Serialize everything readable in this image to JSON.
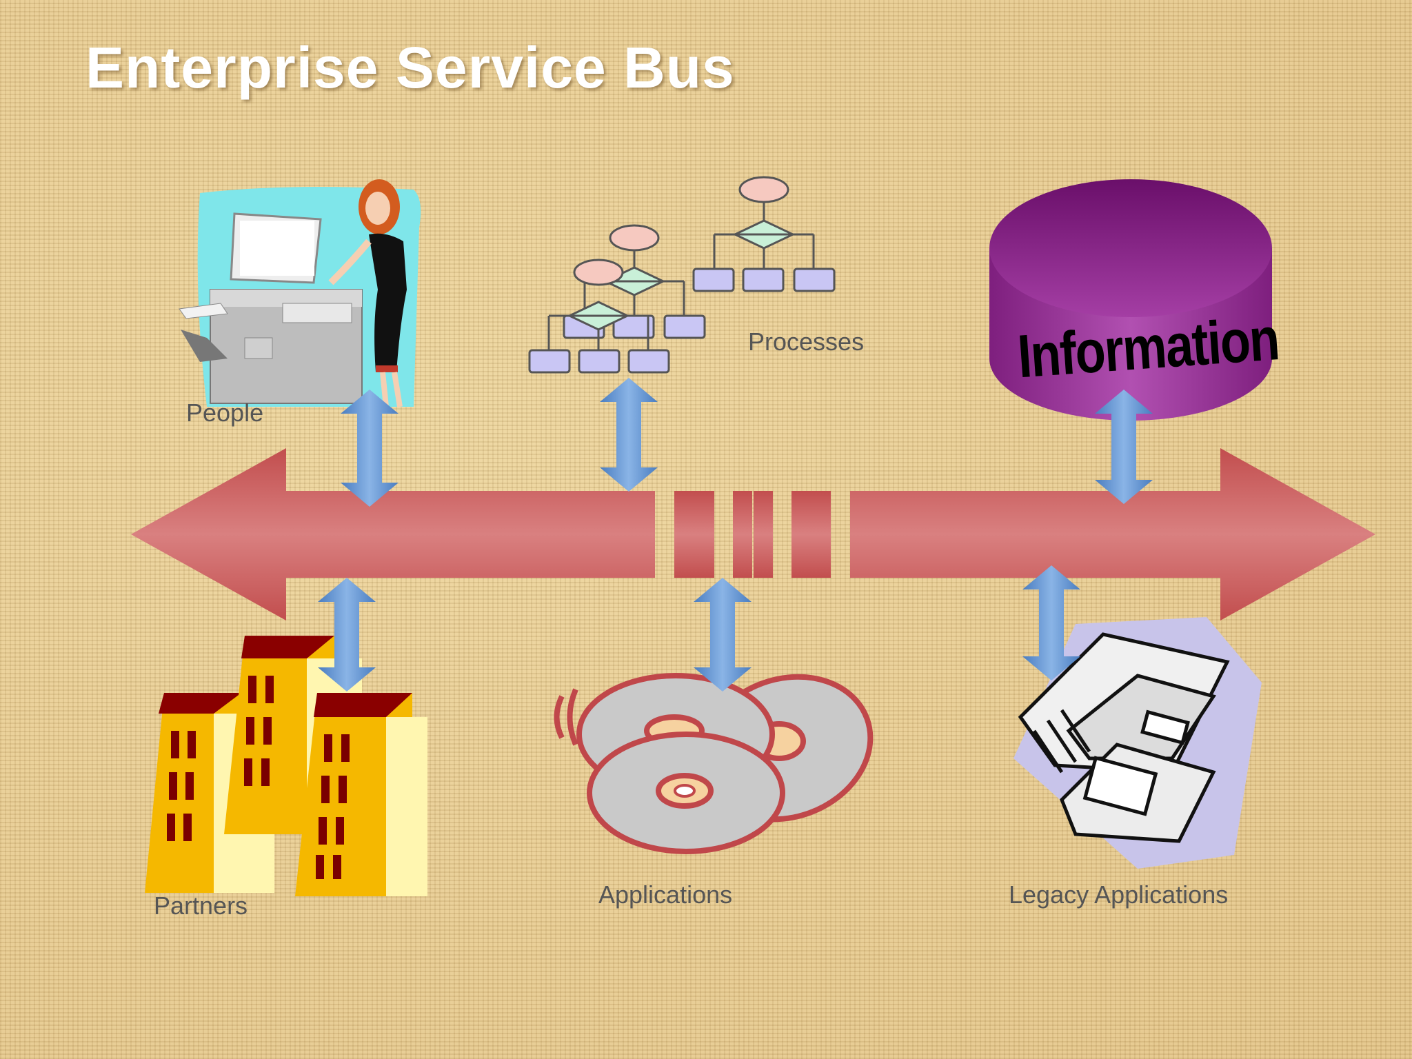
{
  "title": "Enterprise Service Bus",
  "labels": {
    "people": "People",
    "processes": "Processes",
    "information": "Information",
    "partners": "Partners",
    "applications": "Applications",
    "legacy": "Legacy Applications"
  },
  "colors": {
    "bus": "#c65a5a",
    "connector": "#5b8fcf",
    "database": "#8e2a8e",
    "flow_box": "#c9c6f4",
    "flow_diamond": "#c9f0d8",
    "flow_oval": "#f6c9c0"
  }
}
